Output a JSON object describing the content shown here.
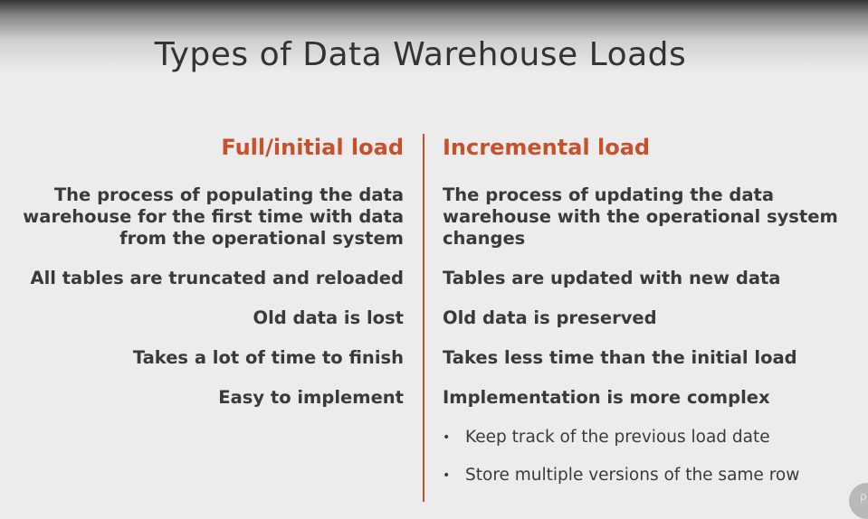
{
  "slide": {
    "title": "Types of Data Warehouse Loads"
  },
  "colors": {
    "accent": "#c8502a",
    "text": "#3a3a3a",
    "background": "#ececec"
  },
  "left": {
    "heading": "Full/initial load",
    "rows": [
      "The process of populating the data warehouse for the first time with data from the operational system",
      "All tables are truncated and reloaded",
      "Old data is lost",
      "Takes a lot of time to finish",
      "Easy to implement"
    ]
  },
  "right": {
    "heading": "Incremental load",
    "rows": [
      "The process of updating the data warehouse with the operational system changes",
      "Tables are updated with new data",
      "Old data is preserved",
      "Takes less time than the initial load",
      "Implementation is more complex"
    ],
    "bullets": [
      "Keep track of the previous load date",
      "Store multiple versions of the same row"
    ]
  },
  "icons": {
    "bullet": "bullet-dot-icon",
    "corner": "corner-logo-icon"
  }
}
